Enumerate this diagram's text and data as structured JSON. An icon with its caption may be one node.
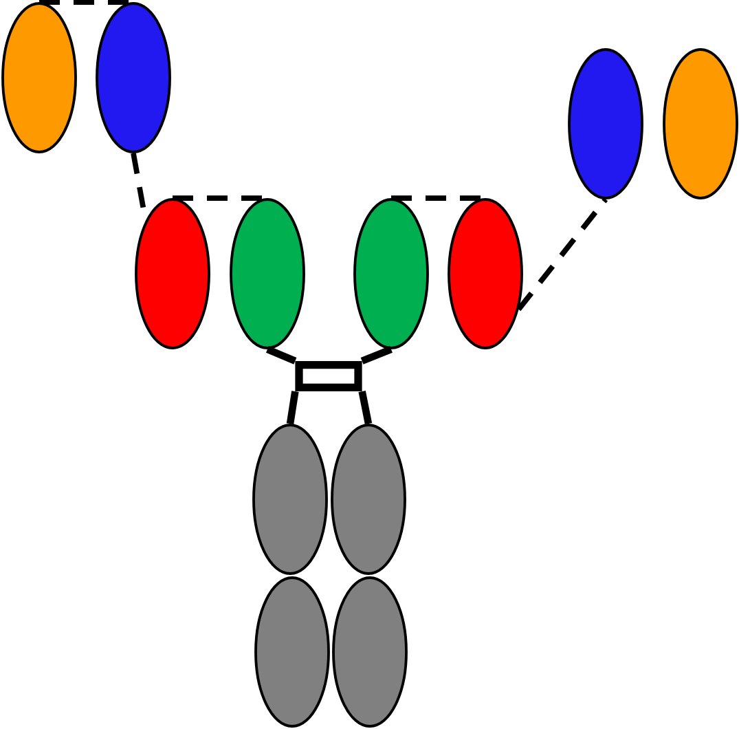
{
  "diagram": {
    "nodes": [
      {
        "text": [],
        "shape": "ellipse"
      },
      {
        "text": [],
        "shape": "ellipse"
      },
      {
        "text": [],
        "shape": "ellipse"
      },
      {
        "text": [],
        "shape": "ellipse"
      },
      {
        "text": [],
        "shape": "ellipse"
      },
      {
        "text": [],
        "shape": "ellipse"
      },
      {
        "text": [],
        "shape": "ellipse"
      },
      {
        "text": [],
        "shape": "ellipse"
      },
      {
        "text": [],
        "shape": "box"
      },
      {
        "text": [],
        "shape": "ellipse"
      },
      {
        "text": [],
        "shape": "ellipse"
      },
      {
        "text": [],
        "shape": "ellipse"
      },
      {
        "text": [],
        "shape": "ellipse"
      }
    ],
    "edges": [
      {
        "from": 0,
        "to": 1,
        "arrow": "none",
        "style": "dashed"
      },
      {
        "from": 1,
        "to": 4,
        "arrow": "none",
        "style": "dashed"
      },
      {
        "from": 4,
        "to": 5,
        "arrow": "none",
        "style": "dashed"
      },
      {
        "from": 6,
        "to": 7,
        "arrow": "none",
        "style": "dashed"
      },
      {
        "from": 7,
        "to": 2,
        "arrow": "none",
        "style": "dashed"
      },
      {
        "from": 5,
        "to": 8,
        "arrow": "none"
      },
      {
        "from": 6,
        "to": 8,
        "arrow": "none"
      },
      {
        "from": 8,
        "to": 9,
        "arrow": "none"
      },
      {
        "from": 8,
        "to": 10,
        "arrow": "none"
      }
    ]
  }
}
